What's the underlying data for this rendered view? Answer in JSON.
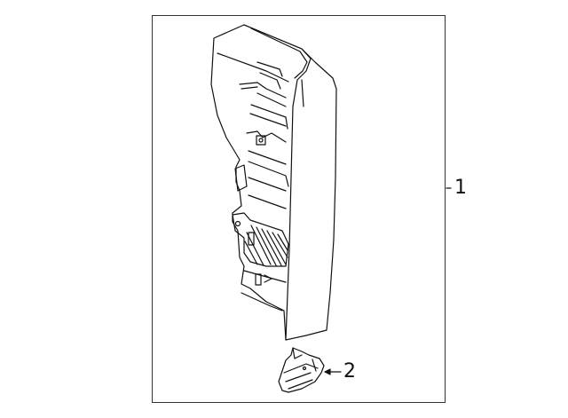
{
  "diagram": {
    "type": "parts-exploded-view",
    "subject": "Tail lamp assembly",
    "callouts": [
      {
        "number": "1",
        "part": "lamp-assembly"
      },
      {
        "number": "2",
        "part": "socket-bracket"
      }
    ],
    "colors": {
      "line": "#111111",
      "frame": "#333333",
      "background": "#ffffff"
    }
  }
}
